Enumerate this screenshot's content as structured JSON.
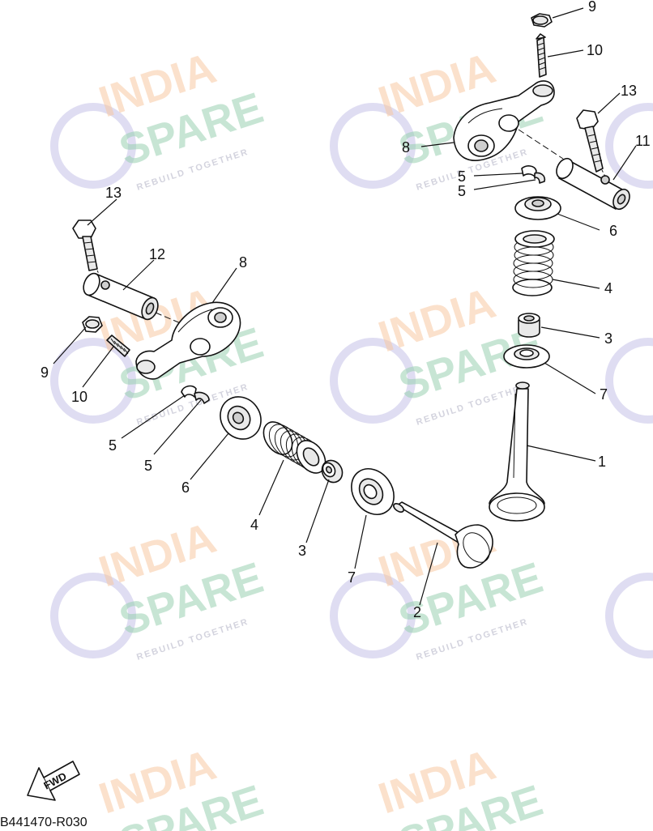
{
  "diagram": {
    "callouts": {
      "r_9": "9",
      "r_10": "10",
      "r_13": "13",
      "r_11": "11",
      "r_8": "8",
      "r_5a": "5",
      "r_5b": "5",
      "r_6": "6",
      "r_4": "4",
      "r_3": "3",
      "r_7": "7",
      "r_1": "1",
      "l_13": "13",
      "l_12": "12",
      "l_8": "8",
      "l_9": "9",
      "l_10": "10",
      "l_5a": "5",
      "l_5b": "5",
      "l_6": "6",
      "l_4": "4",
      "l_3": "3",
      "l_7": "7",
      "l_2": "2"
    },
    "fwd_label": "FWD",
    "code": "B441470-R030"
  },
  "watermark": {
    "word1": "INDIA",
    "word2": "SPARE",
    "tagline": "REBUILD TOGETHER",
    "colors": {
      "india": "#f8c9a3",
      "spare": "#9ad1b2",
      "ring": "#c9c6ea"
    }
  }
}
